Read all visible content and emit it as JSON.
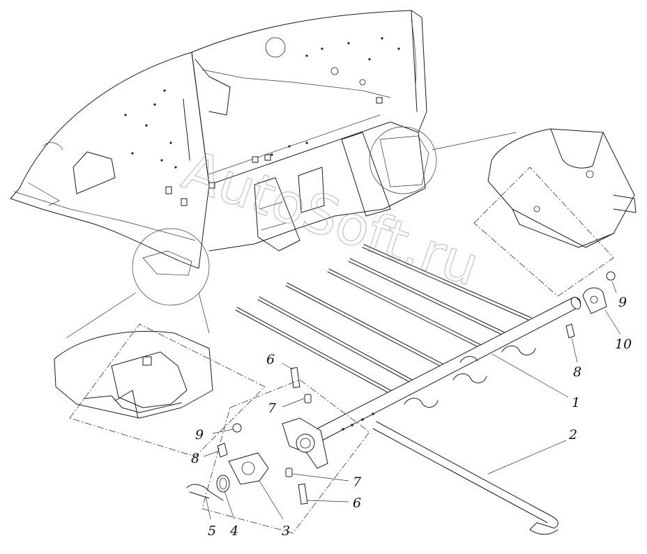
{
  "watermark": "AutoSoft.ru",
  "part_labels": [
    {
      "id": "1",
      "text": "1"
    },
    {
      "id": "2",
      "text": "2"
    },
    {
      "id": "3",
      "text": "3"
    },
    {
      "id": "4",
      "text": "4"
    },
    {
      "id": "5",
      "text": "5"
    },
    {
      "id": "6a",
      "text": "6"
    },
    {
      "id": "6b",
      "text": "6"
    },
    {
      "id": "7a",
      "text": "7"
    },
    {
      "id": "7b",
      "text": "7"
    },
    {
      "id": "8a",
      "text": "8"
    },
    {
      "id": "8b",
      "text": "8"
    },
    {
      "id": "9a",
      "text": "9"
    },
    {
      "id": "9b",
      "text": "9"
    },
    {
      "id": "10",
      "text": "10"
    }
  ]
}
